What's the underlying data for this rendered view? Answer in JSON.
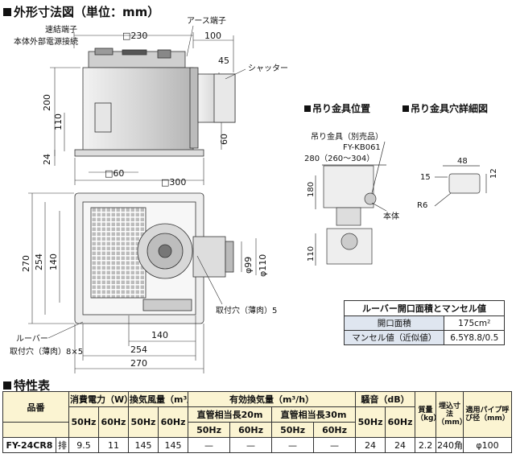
{
  "outline": {
    "title": "外形寸法図（単位：mm）",
    "labels": {
      "sokketsu": "速結端子",
      "power": "本体外部電源接続",
      "earth": "アース端子",
      "shutter": "シャッター",
      "louver": "ルーバー",
      "mount_hole_left": "取付穴（薄肉）8×5",
      "mount_hole_right": "取付穴（薄肉）5"
    },
    "dims": {
      "d230": "□230",
      "d100": "100",
      "d45": "45",
      "d200": "200",
      "d110": "110",
      "d24": "24",
      "d60": "60",
      "d60sq": "□60",
      "d300": "□300",
      "d270a": "270",
      "d254a": "254",
      "d140a": "140",
      "d99": "φ99",
      "d110b": "φ110",
      "d140b": "140",
      "d254b": "254",
      "d270b": "270"
    }
  },
  "hanger": {
    "title": "吊り金具位置",
    "bracket": "吊り金具（別売品）",
    "model": "FY-KB061",
    "d280": "280（260～304）",
    "d180": "180",
    "d110": "110",
    "body": "本体"
  },
  "hole_detail": {
    "title": "吊り金具穴詳細図",
    "d48": "48",
    "d15": "15",
    "d12": "12",
    "r6": "R6"
  },
  "louver_table": {
    "title": "ルーバー開口面積とマンセル値",
    "rows": [
      {
        "label": "開口面積",
        "value": "175cm²"
      },
      {
        "label": "マンセル値（近似値）",
        "value": "6.5Y8.8/0.5"
      }
    ]
  },
  "specs": {
    "title": "特性表",
    "headers": {
      "model": "品番",
      "power": "消費電力（W）",
      "air": "換気風量（m³/h）",
      "effective": "有効換気量（m³/h）",
      "pipe20": "直管相当長20m",
      "pipe30": "直管相当長30m",
      "noise": "騒音（dB）",
      "mass": "質量（kg）",
      "embed": "埋込寸法（mm）",
      "pipe_dia": "適用パイプ呼び径（mm）",
      "hz50": "50Hz",
      "hz60": "60Hz"
    },
    "row": {
      "model": "FY-24CR8",
      "type": "排",
      "power50": "9.5",
      "power60": "11",
      "air50": "145",
      "air60": "145",
      "e20_50": "—",
      "e20_60": "—",
      "e30_50": "—",
      "e30_60": "—",
      "noise50": "24",
      "noise60": "24",
      "mass": "2.2",
      "embed": "240角",
      "pipe_dia": "φ100"
    }
  }
}
